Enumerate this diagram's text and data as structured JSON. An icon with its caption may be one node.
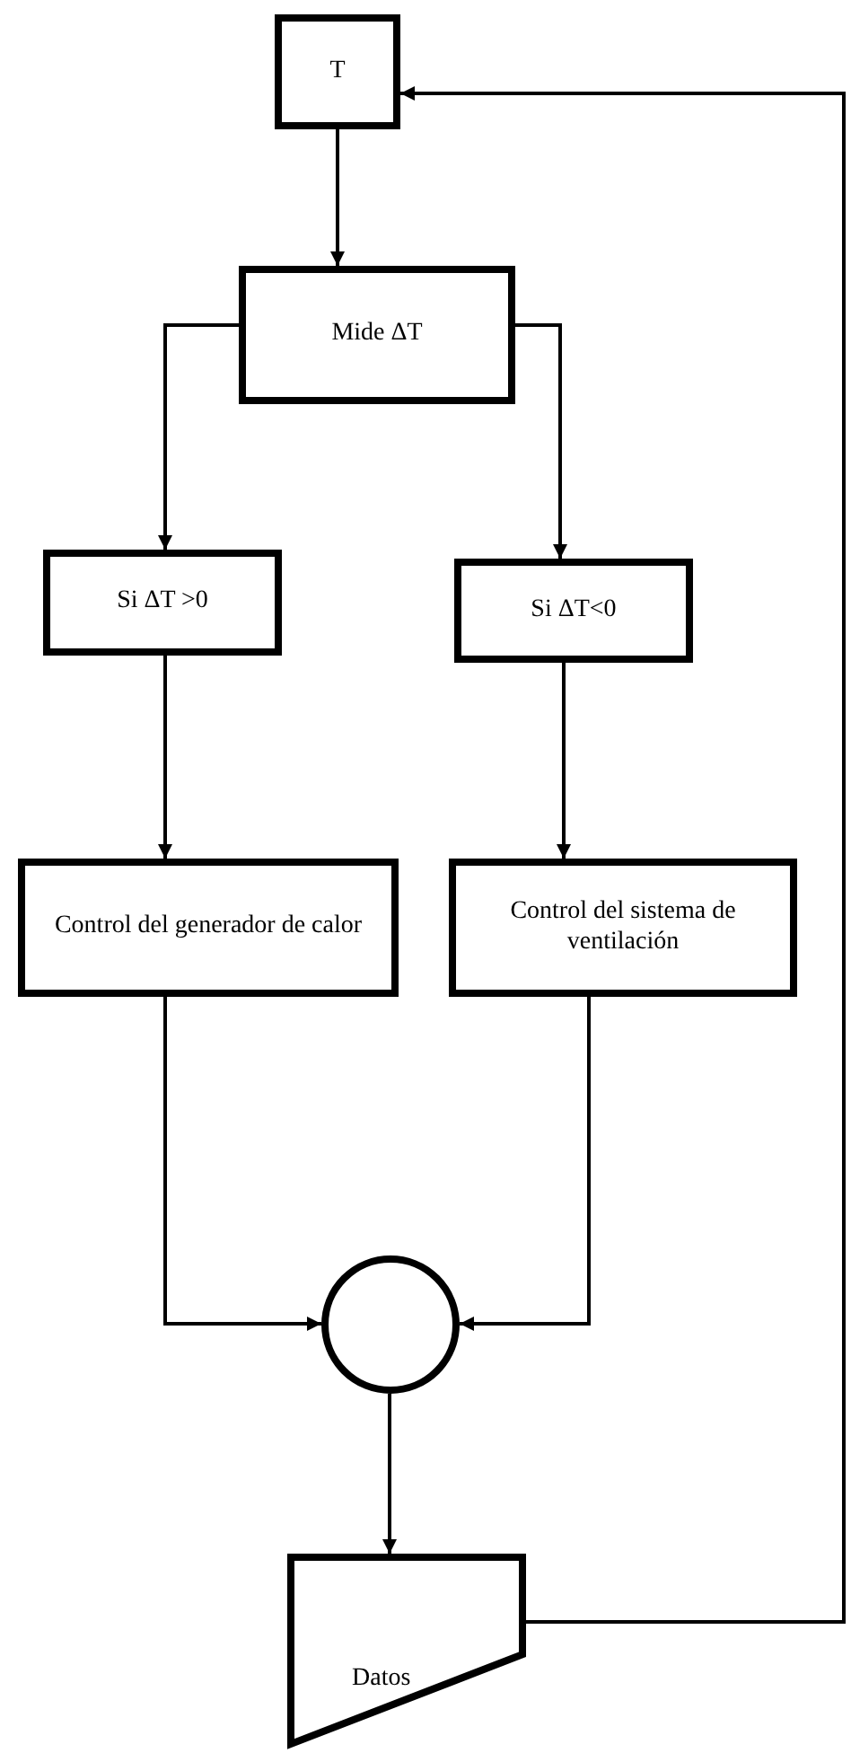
{
  "diagram": {
    "nodes": [
      {
        "text": [
          "T"
        ]
      },
      {
        "text": [
          "Mide ΔT"
        ]
      },
      {
        "text": [
          "Si ΔT >0"
        ]
      },
      {
        "text": [
          "Si ΔT<0"
        ]
      },
      {
        "text": [
          "Control del generador de calor"
        ]
      },
      {
        "text": [
          "Control del sistema de ventilación"
        ]
      },
      {
        "text": [],
        "shape": "circle"
      },
      {
        "text": [
          "Datos"
        ]
      }
    ],
    "edges": [
      {
        "from": 0,
        "to": 1,
        "arrow": "to"
      },
      {
        "from": 1,
        "to": 2,
        "arrow": "to"
      },
      {
        "from": 1,
        "to": 3,
        "arrow": "to"
      },
      {
        "from": 2,
        "to": 4,
        "arrow": "to"
      },
      {
        "from": 3,
        "to": 5,
        "arrow": "to"
      },
      {
        "from": 4,
        "to": 6,
        "arrow": "to"
      },
      {
        "from": 5,
        "to": 6,
        "arrow": "to"
      },
      {
        "from": 6,
        "to": 7,
        "arrow": "to"
      },
      {
        "from": 7,
        "to": 0,
        "arrow": "to"
      }
    ]
  }
}
